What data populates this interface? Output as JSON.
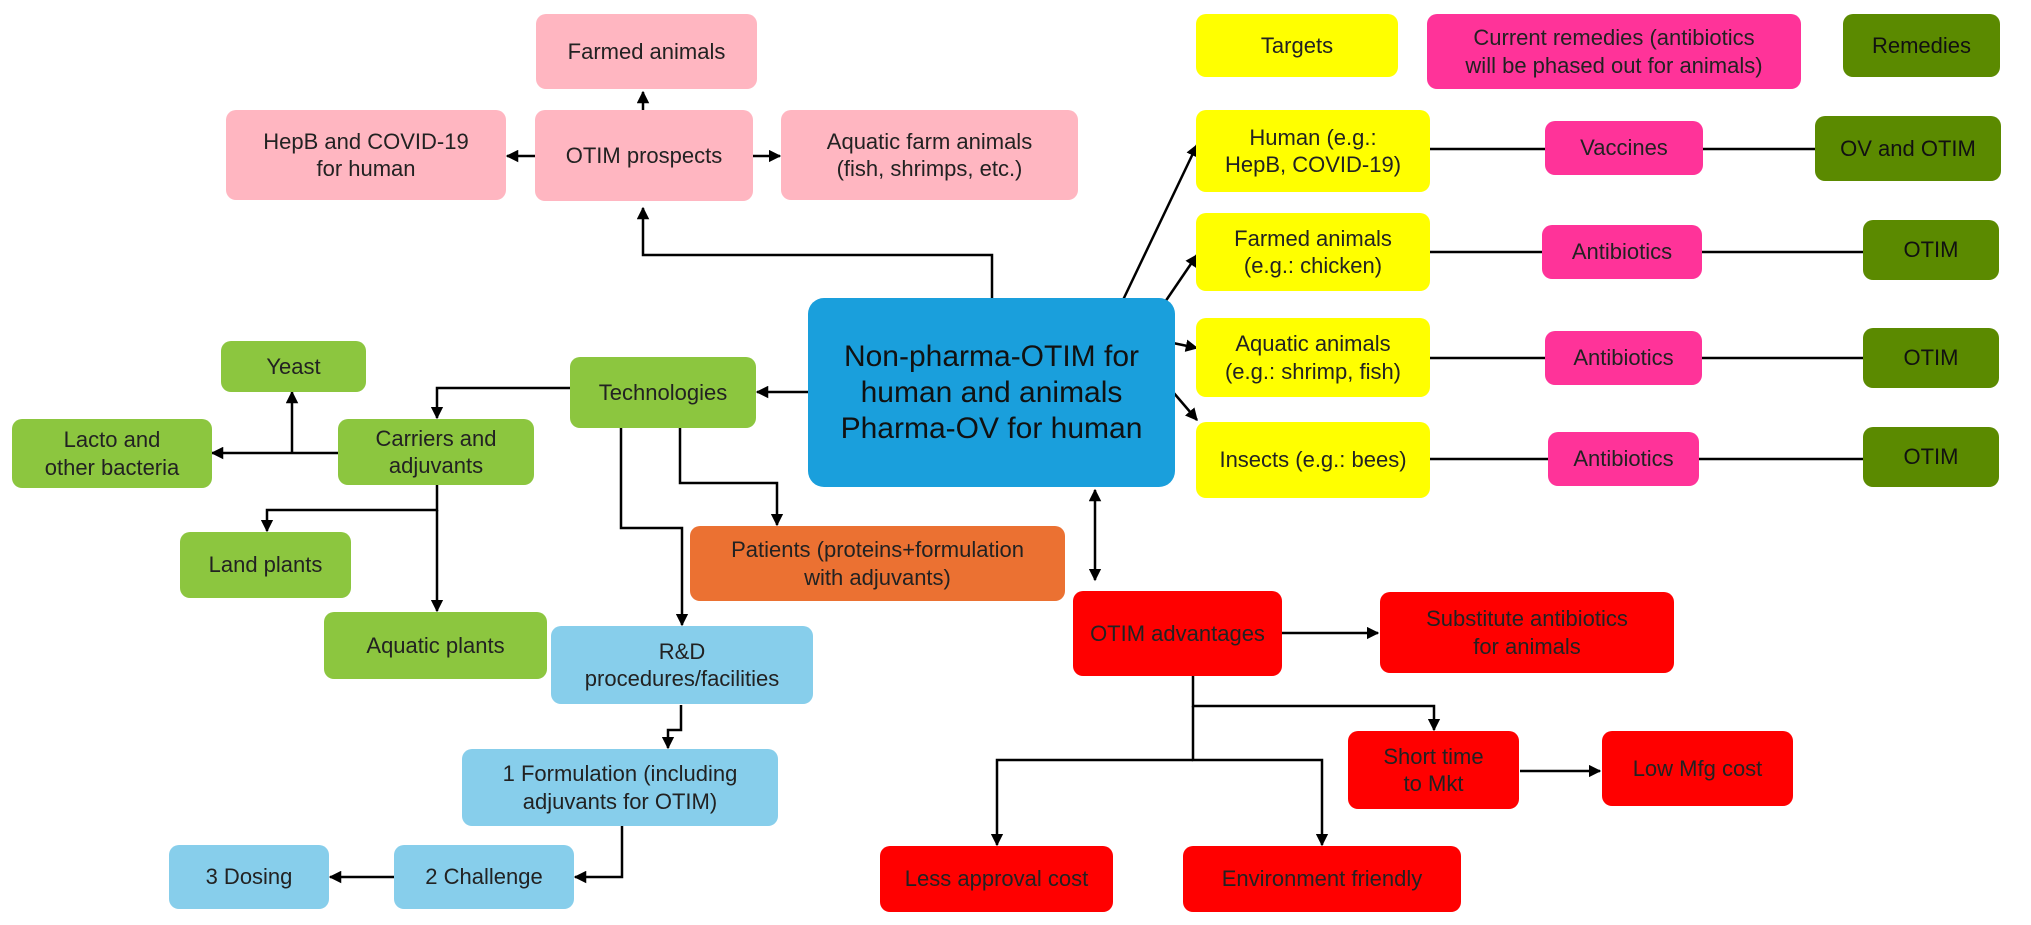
{
  "legend": {
    "targets": "Targets",
    "current_remedies": "Current remedies (antibiotics\nwill be phased out for animals)",
    "remedies": "Remedies"
  },
  "center": "Non-pharma-OTIM for\nhuman and animals\nPharma-OV for human",
  "prospects": {
    "otim_prospects": "OTIM prospects",
    "farmed_animals": "Farmed animals",
    "hepb_covid": "HepB and COVID-19\nfor human",
    "aquatic_farm": "Aquatic farm animals\n(fish, shrimps, etc.)"
  },
  "targets": {
    "human": "Human (e.g.:\nHepB, COVID-19)",
    "farmed": "Farmed animals\n(e.g.: chicken)",
    "aquatic": "Aquatic animals\n(e.g.: shrimp, fish)",
    "insects": "Insects (e.g.: bees)"
  },
  "current": {
    "vaccines": "Vaccines",
    "antibiotics1": "Antibiotics",
    "antibiotics2": "Antibiotics",
    "antibiotics3": "Antibiotics"
  },
  "remedy": {
    "ov_otim": "OV and OTIM",
    "otim1": "OTIM",
    "otim2": "OTIM",
    "otim3": "OTIM"
  },
  "tech": {
    "technologies": "Technologies",
    "carriers": "Carriers and\nadjuvants",
    "yeast": "Yeast",
    "lacto": "Lacto and\nother bacteria",
    "land_plants": "Land plants",
    "aquatic_plants": "Aquatic plants"
  },
  "patients": "Patients (proteins+formulation\nwith adjuvants)",
  "rnd": {
    "rnd": "R&D\nprocedures/facilities",
    "formulation": "1 Formulation (including\nadjuvants for OTIM)",
    "challenge": "2 Challenge",
    "dosing": "3 Dosing"
  },
  "advantages": {
    "otim_adv": "OTIM advantages",
    "substitute": "Substitute antibiotics\nfor animals",
    "short_time": "Short time\nto Mkt",
    "low_mfg": "Low Mfg cost",
    "less_approval": "Less approval cost",
    "env_friendly": "Environment friendly"
  },
  "colors": {
    "pink": "#FFB6C1",
    "yellow": "#FFFF00",
    "magenta": "#FF3399",
    "dark_green": "#5B8A00",
    "light_green": "#8CC63F",
    "light_blue": "#87CEEB",
    "orange": "#EB7132",
    "red": "#FF0000",
    "center_blue": "#1A9FDC"
  }
}
